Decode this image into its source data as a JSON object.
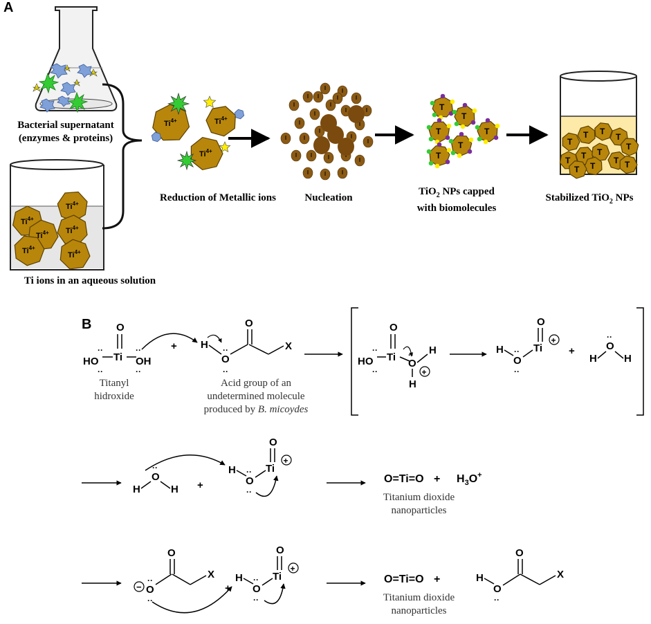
{
  "panel_a": {
    "letter": "A",
    "flask_label_1": "Bacterial supernatant",
    "flask_label_2": "(enzymes & proteins)",
    "beaker_label": "Ti ions in an aqueous solution",
    "ion_symbol": "Ti",
    "ion_charge": "4+",
    "step1_label": "Reduction of Metallic ions",
    "step2_label": "Nucleation",
    "step3_line1_pre": "TiO",
    "step3_line1_sub": "2",
    "step3_line1_post": " NPs capped",
    "step3_line2": "with biomolecules",
    "step4_pre": "Stabilized TiO",
    "step4_sub": "2",
    "step4_post": " NPs",
    "particle_letter": "T"
  },
  "panel_b": {
    "letter": "B",
    "titanyl_caption_1": "Titanyl",
    "titanyl_caption_2": "hidroxide",
    "acid_caption_1": "Acid group of an",
    "acid_caption_2": "undetermined molecule",
    "acid_caption_3": "produced by ",
    "acid_caption_species": "B. micoydes",
    "product_formula": "O=Ti=O",
    "hydronium": "H",
    "hydronium_sub": "3",
    "hydronium_o": "O",
    "hydronium_charge": "+",
    "product_caption_1": "Titanium dioxide",
    "product_caption_2": "nanoparticles",
    "atom_H": "H",
    "atom_O": "O",
    "atom_Ti": "Ti",
    "atom_X": "X",
    "group_HO": "HO",
    "group_OH": "OH",
    "plus": "+",
    "plus_circle": "+",
    "minus_circle": "−"
  },
  "colors": {
    "particle_fill": "#b8860b",
    "particle_stroke": "#5a4000",
    "nucleus": "#8b5a14",
    "green_star": "#33cc33",
    "yellow_star": "#ffee00",
    "blue_blob": "#7fa0d8",
    "purple_dot": "#7a2e9a",
    "liquid": "#fde9a8"
  }
}
